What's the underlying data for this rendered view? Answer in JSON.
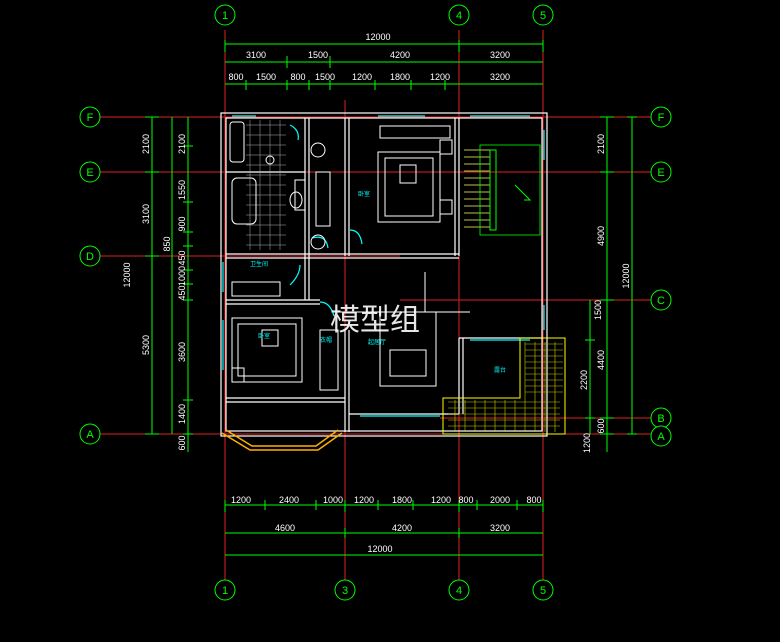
{
  "colors": {
    "background": "#000000",
    "dimension": "#00ff00",
    "axis_line": "#ff2020",
    "wall": "#ffffff",
    "window": "#00ffff",
    "furniture": "#ffffff",
    "balcony": "#ffff00",
    "text": "#ffffff"
  },
  "axes": {
    "top": [
      "1",
      "4",
      "5"
    ],
    "bottom": [
      "1",
      "3",
      "4",
      "5"
    ],
    "left": [
      "F",
      "E",
      "D",
      "A"
    ],
    "right": [
      "F",
      "E",
      "C",
      "B",
      "A"
    ]
  },
  "dims": {
    "top_total": "12000",
    "top_mid": [
      "3100",
      "1500",
      "4200",
      "3200"
    ],
    "top_detail": [
      "800",
      "1500",
      "800",
      "1500",
      "1200",
      "1800",
      "1200",
      "3200"
    ],
    "bottom_detail": [
      "1200",
      "2400",
      "1000",
      "1200",
      "1800",
      "1200",
      "800",
      "2000",
      "800"
    ],
    "bottom_mid": [
      "4600",
      "4200",
      "3200"
    ],
    "bottom_total": "12000",
    "left_outer": [
      "2100",
      "3100",
      "12000",
      "5300"
    ],
    "left_inner": [
      "2100",
      "1550",
      "900",
      "850",
      "450",
      "1000",
      "450",
      "3600",
      "1400",
      "600"
    ],
    "right_inner": [
      "2100",
      "4900",
      "1500",
      "4400",
      "2200",
      "600",
      "1200"
    ],
    "right_outer": "12000"
  },
  "rooms": {
    "bedroom_upper": "卧室",
    "bathroom": "卫生间",
    "bedroom_lower": "卧室",
    "dressing": "衣帽",
    "hall": "起居厅",
    "terrace": "露台"
  },
  "watermark": "模型组"
}
